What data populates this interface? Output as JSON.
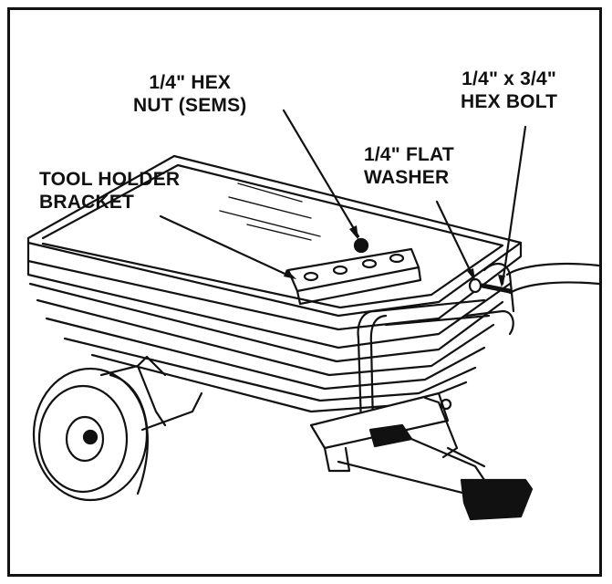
{
  "labels": {
    "hex_nut": {
      "line1": "1/4\" HEX",
      "line2": "NUT (SEMS)"
    },
    "hex_bolt": {
      "line1": "1/4\" x 3/4\"",
      "line2": "HEX BOLT"
    },
    "flat_washer": {
      "line1": "1/4\" FLAT",
      "line2": "WASHER"
    },
    "tool_holder_bracket": {
      "line1": "TOOL HOLDER",
      "line2": "BRACKET"
    }
  },
  "colors": {
    "ink": "#111111",
    "background": "#ffffff"
  }
}
